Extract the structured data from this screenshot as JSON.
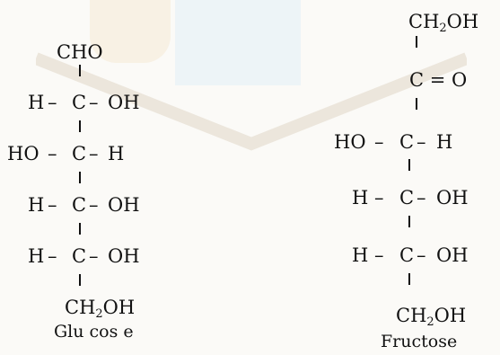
{
  "glucose": {
    "top_group": "CHO",
    "rows": [
      {
        "left": "H",
        "center": "C",
        "right": "OH"
      },
      {
        "left": "HO",
        "center": "C",
        "right": "H"
      },
      {
        "left": "H",
        "center": "C",
        "right": "OH"
      },
      {
        "left": "H",
        "center": "C",
        "right": "OH"
      }
    ],
    "bottom_group_main": "CH",
    "bottom_group_sub": "2",
    "bottom_group_tail": "OH",
    "caption": "Glu cos e"
  },
  "fructose": {
    "top_group_main": "CH",
    "top_group_sub": "2",
    "top_group_tail": "OH",
    "carbonyl": "C = O",
    "rows": [
      {
        "left": "HO",
        "center": "C",
        "right": "H"
      },
      {
        "left": "H",
        "center": "C",
        "right": "OH"
      },
      {
        "left": "H",
        "center": "C",
        "right": "OH"
      }
    ],
    "bottom_group_main": "CH",
    "bottom_group_sub": "2",
    "bottom_group_tail": "OH",
    "caption": "Fructose"
  },
  "dash": "–"
}
